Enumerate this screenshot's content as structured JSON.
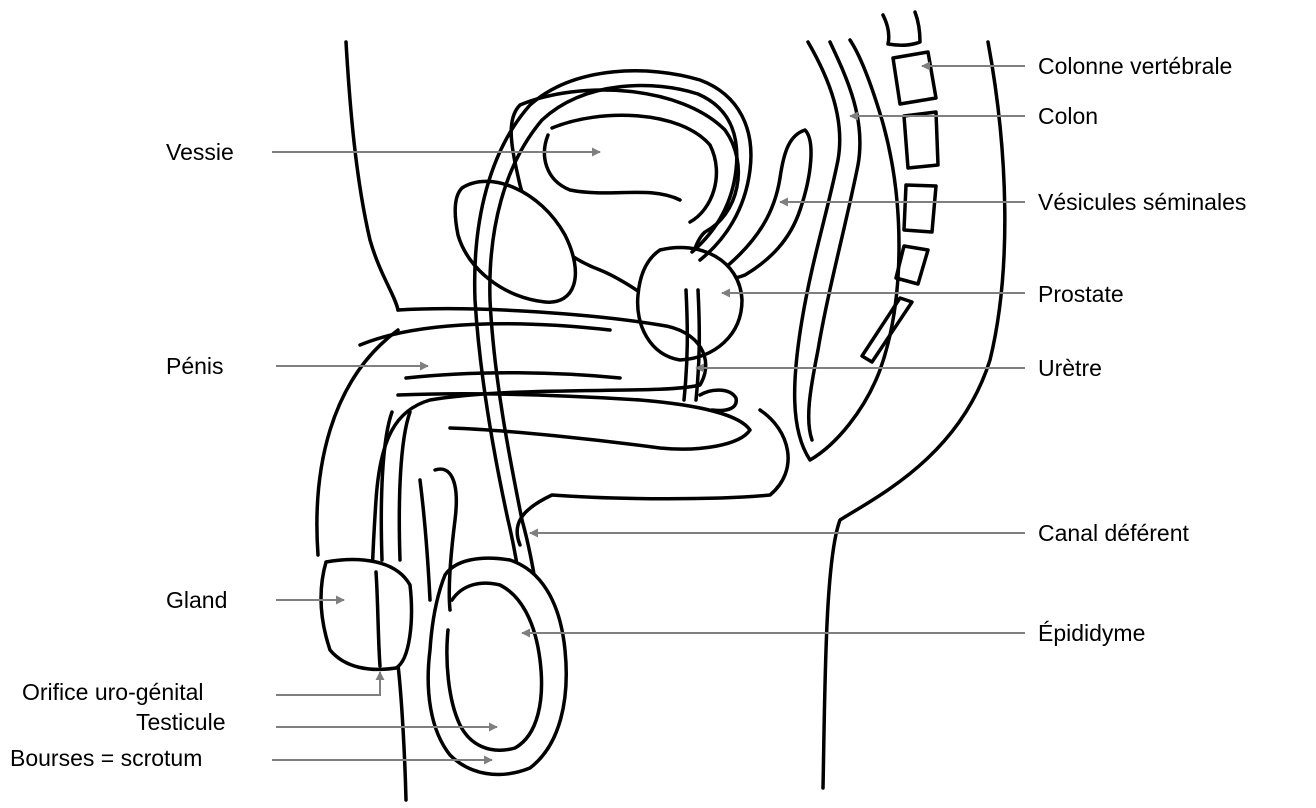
{
  "labels": {
    "colonne": "Colonne vertébrale",
    "colon": "Colon",
    "vesicules": "Vésicules séminales",
    "prostate": "Prostate",
    "uretre": "Urètre",
    "canal": "Canal déférent",
    "epididyme": "Épididyme",
    "vessie": "Vessie",
    "penis": "Pénis",
    "gland": "Gland",
    "orifice": "Orifice uro-génital",
    "testicule": "Testicule",
    "bourses": "Bourses = scrotum"
  },
  "colors": {
    "line": "#000000",
    "leader": "#7f7f7f",
    "background": "#ffffff"
  }
}
